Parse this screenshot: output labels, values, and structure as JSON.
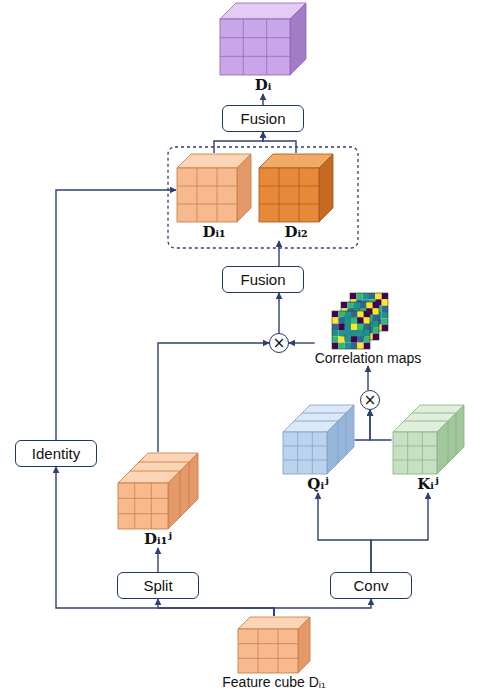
{
  "diagram": {
    "nodes": [
      {
        "text": [
          "Dᵢ"
        ]
      },
      {
        "text": [
          "Fusion"
        ]
      },
      {
        "text": [
          "Dᵢ₁"
        ]
      },
      {
        "text": [
          "Dᵢ₂"
        ]
      },
      {
        "text": [
          "Fusion"
        ]
      },
      {
        "text": [
          "×"
        ]
      },
      {
        "text": [
          "Correlation maps"
        ]
      },
      {
        "text": [
          "×"
        ]
      },
      {
        "text": [
          "Identity"
        ]
      },
      {
        "text": [
          "Dᵢ₁ʲ"
        ]
      },
      {
        "text": [
          "Qᵢʲ"
        ]
      },
      {
        "text": [
          "Kᵢʲ"
        ]
      },
      {
        "text": [
          "Split"
        ]
      },
      {
        "text": [
          "Conv"
        ]
      },
      {
        "text": [
          "Feature cube Dᵢ₁"
        ]
      }
    ],
    "edges": [
      {
        "from": 1,
        "to": 0,
        "arrow": "to"
      },
      {
        "from": 2,
        "to": 1,
        "arrow": "to"
      },
      {
        "from": 3,
        "to": 1,
        "arrow": "to"
      },
      {
        "from": 4,
        "to": 3,
        "arrow": "to"
      },
      {
        "from": 5,
        "to": 4,
        "arrow": "to"
      },
      {
        "from": 6,
        "to": 5,
        "arrow": "to"
      },
      {
        "from": 7,
        "to": 6,
        "arrow": "to"
      },
      {
        "from": 10,
        "to": 7,
        "arrow": "to"
      },
      {
        "from": 11,
        "to": 7,
        "arrow": "to"
      },
      {
        "from": 9,
        "to": 5,
        "arrow": "to"
      },
      {
        "from": 8,
        "to": 2,
        "arrow": "to"
      },
      {
        "from": 12,
        "to": 9,
        "arrow": "to"
      },
      {
        "from": 13,
        "to": 10,
        "arrow": "to"
      },
      {
        "from": 13,
        "to": 11,
        "arrow": "to"
      },
      {
        "from": 14,
        "to": 12,
        "arrow": "to"
      },
      {
        "from": 14,
        "to": 8,
        "arrow": "to"
      },
      {
        "from": 14,
        "to": 13,
        "arrow": "to"
      }
    ]
  }
}
